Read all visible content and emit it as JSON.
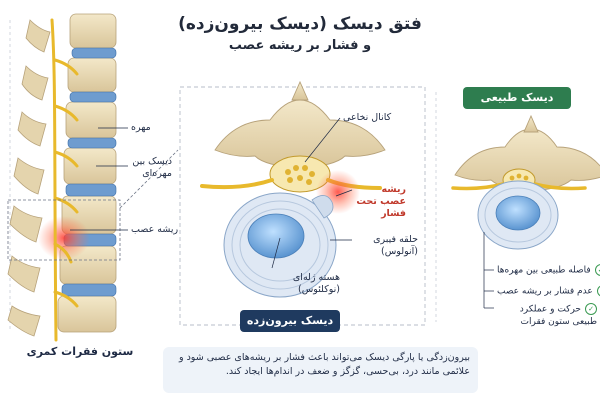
{
  "title": "فتق دیسک (دیسک بیرون‌زده)",
  "subtitle": "و فشار بر ریشه عصب",
  "spine": {
    "labels": {
      "vertebra": "مهره",
      "disc": "دیسک بین مهره‌ای",
      "nerve_root": "ریشه عصب"
    },
    "caption": "ستون فقرات کمری"
  },
  "herniated": {
    "labels": {
      "spinal_canal": "کانال نخاعی",
      "compressed_nerve": "ریشه عصب تحت فشار",
      "annulus": "حلقه فیبری (آنولوس)",
      "nucleus": "هسته ژله‌ای (نوکلئوس)"
    },
    "badge": "دیسک بیرون‌زده",
    "badge_color": "#1f3a5f"
  },
  "normal": {
    "badge": "دیسک طبیعی",
    "badge_color": "#2e7d4f",
    "benefits": [
      "فاصله طبیعی بین مهره‌ها",
      "عدم فشار بر ریشه عصب",
      "حرکت و عملکرد طبیعی ستون فقرات"
    ]
  },
  "note": "بیرون‌زدگی یا پارگی دیسک می‌تواند باعث فشار بر ریشه‌های عصبی شود و علائمی مانند درد، بی‌حسی، گزگز و ضعف در اندام‌ها ایجاد کند.",
  "colors": {
    "bone": "#e9dcb8",
    "disc_blue": "#5b8fc7",
    "nerve": "#e8b92c",
    "inflammation": "#e53935"
  }
}
